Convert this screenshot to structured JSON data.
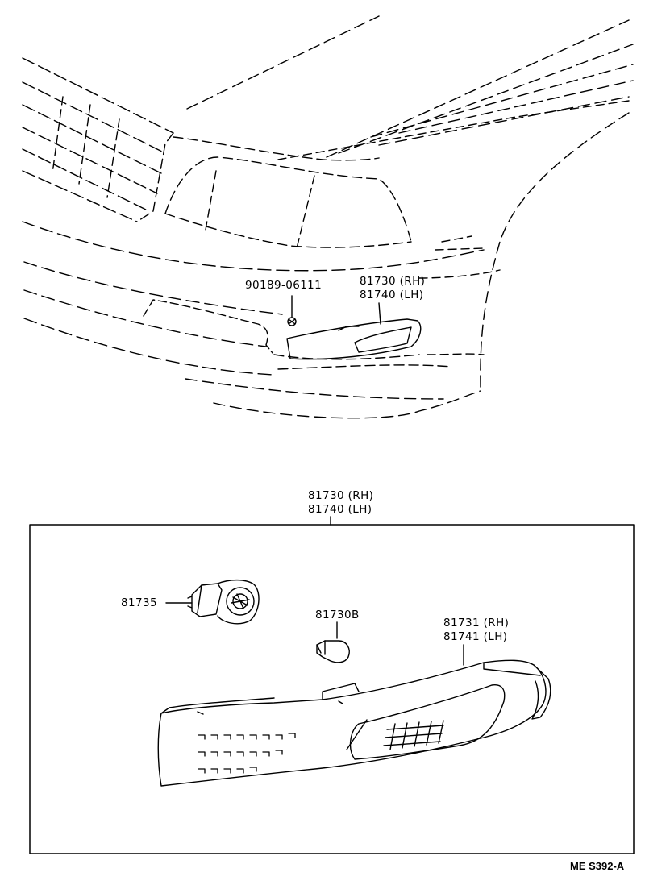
{
  "labels": {
    "bolt": "90189-06111",
    "lamp_assy_top_rh": "81730 (RH)",
    "lamp_assy_top_lh": "81740 (LH)",
    "lamp_assy_box_rh": "81730 (RH)",
    "lamp_assy_box_lh": "81740 (LH)",
    "socket": "81735",
    "bulb": "81730B",
    "lens_rh": "81731 (RH)",
    "lens_lh": "81741 (LH)"
  },
  "figure_code": "ME S392-A"
}
